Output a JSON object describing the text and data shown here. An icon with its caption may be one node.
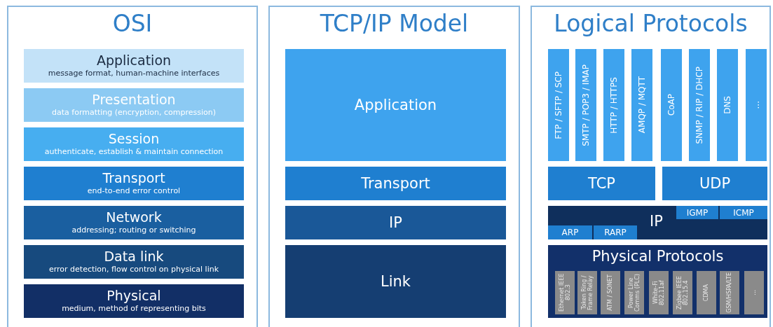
{
  "diagram": {
    "nodes": [
      {
        "text": [
          "OSI"
        ]
      },
      {
        "text": [
          "Application",
          "message format, human-machine interfaces"
        ],
        "in": 0
      },
      {
        "text": [
          "Presentation",
          "data formatting (encryption, compression)"
        ],
        "in": 0
      },
      {
        "text": [
          "Session",
          "authenticate, establish & maintain connection"
        ],
        "in": 0
      },
      {
        "text": [
          "Transport",
          "end-to-end error control"
        ],
        "in": 0
      },
      {
        "text": [
          "Network",
          "addressing; routing or switching"
        ],
        "in": 0
      },
      {
        "text": [
          "Data link",
          "error detection, flow control on physical link"
        ],
        "in": 0
      },
      {
        "text": [
          "Physical",
          "medium, method of representing bits"
        ],
        "in": 0
      },
      {
        "text": [
          "TCP/IP Model"
        ]
      },
      {
        "text": [
          "Application"
        ],
        "in": 8
      },
      {
        "text": [
          "Transport"
        ],
        "in": 8
      },
      {
        "text": [
          "IP"
        ],
        "in": 8
      },
      {
        "text": [
          "Link"
        ],
        "in": 8
      },
      {
        "text": [
          "Logical Protocols"
        ]
      },
      {
        "text": [
          "FTP / SFTP / SCP"
        ],
        "in": 13
      },
      {
        "text": [
          "SMTP / POP3 / IMAP"
        ],
        "in": 13
      },
      {
        "text": [
          "HTTP / HTTPS"
        ],
        "in": 13
      },
      {
        "text": [
          "AMQP / MQTT"
        ],
        "in": 13
      },
      {
        "text": [
          "CoAP"
        ],
        "in": 13
      },
      {
        "text": [
          "SNMP / RIP / DHCP"
        ],
        "in": 13
      },
      {
        "text": [
          "DNS"
        ],
        "in": 13
      },
      {
        "text": [
          "..."
        ],
        "in": 13
      },
      {
        "text": [
          "TCP"
        ],
        "in": 13
      },
      {
        "text": [
          "UDP"
        ],
        "in": 13
      },
      {
        "text": [
          "IP"
        ],
        "in": 13
      },
      {
        "text": [
          "ARP"
        ],
        "in": 24
      },
      {
        "text": [
          "RARP"
        ],
        "in": 24
      },
      {
        "text": [
          "IGMP"
        ],
        "in": 24
      },
      {
        "text": [
          "ICMP"
        ],
        "in": 24
      },
      {
        "text": [
          "Physical Protocols"
        ],
        "in": 13
      },
      {
        "text": [
          "Ethernet IEEE 802.3"
        ],
        "in": 29
      },
      {
        "text": [
          "Token Ring / Frame Relay"
        ],
        "in": 29
      },
      {
        "text": [
          "ATM / SONET"
        ],
        "in": 29
      },
      {
        "text": [
          "Power Line Comms (PLC)"
        ],
        "in": 29
      },
      {
        "text": [
          "White-Fi 802.11af"
        ],
        "in": 29
      },
      {
        "text": [
          "Zigbee IEEE 802.15.4"
        ],
        "in": 29
      },
      {
        "text": [
          "CDMA"
        ],
        "in": 29
      },
      {
        "text": [
          "GSM/HSPA/LTE"
        ],
        "in": 29
      },
      {
        "text": [
          "..."
        ],
        "in": 29
      }
    ]
  }
}
